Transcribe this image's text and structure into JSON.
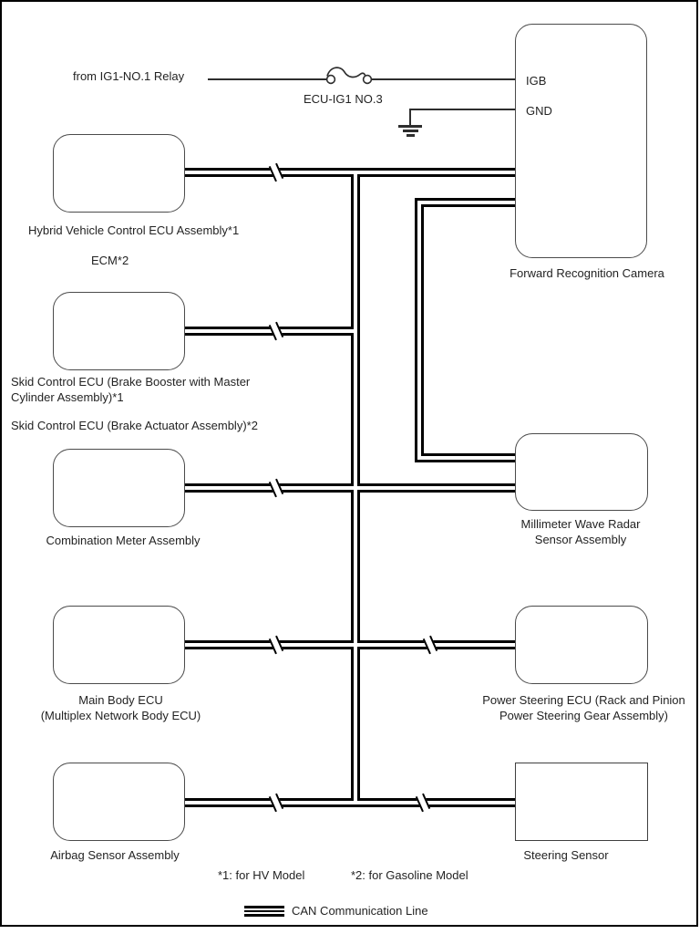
{
  "power_circuit": {
    "source_label": "from IG1-NO.1 Relay",
    "fuse_label": "ECU-IG1 NO.3",
    "pins": {
      "power": "IGB",
      "ground": "GND"
    },
    "icons": {
      "fuse": "fuse-symbol",
      "ground": "ground-symbol"
    }
  },
  "nodes": {
    "camera": {
      "label": "Forward Recognition Camera"
    },
    "hybrid_ecu": {
      "label": "Hybrid Vehicle Control ECU Assembly*1"
    },
    "ecm": {
      "label": "ECM*2"
    },
    "skid_booster": {
      "label": "Skid Control ECU (Brake Booster with Master\nCylinder Assembly)*1"
    },
    "skid_actuator": {
      "label": "Skid Control ECU (Brake Actuator Assembly)*2"
    },
    "combination_meter": {
      "label": "Combination Meter Assembly"
    },
    "main_body_ecu": {
      "label": "Main Body ECU\n(Multiplex Network Body ECU)"
    },
    "airbag": {
      "label": "Airbag Sensor Assembly"
    },
    "radar": {
      "label": "Millimeter Wave Radar\nSensor Assembly"
    },
    "power_steering": {
      "label": "Power Steering ECU (Rack and Pinion\nPower Steering Gear Assembly)"
    },
    "steering_sensor": {
      "label": "Steering Sensor"
    }
  },
  "footnotes": {
    "hv": "*1: for HV Model",
    "gasoline": "*2: for Gasoline Model"
  },
  "legend": {
    "can_line": "CAN Communication Line",
    "icon": "can-line-symbol"
  },
  "colors": {
    "line": "#000000",
    "box_border": "#4b4b4b",
    "text": "#232323",
    "background": "#ffffff"
  }
}
